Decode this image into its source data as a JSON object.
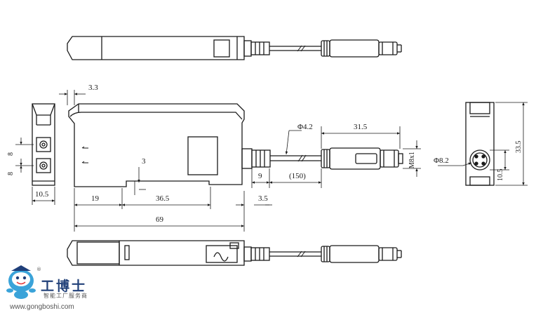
{
  "dimensions": {
    "d_3_3": "3.3",
    "d_8_a": "8",
    "d_8_b": "8",
    "d_10_5_left": "10.5",
    "d_3": "3",
    "d_19": "19",
    "d_36_5": "36.5",
    "d_69": "69",
    "d_9": "9",
    "d_150": "(150)",
    "d_3_5": "3.5",
    "d_phi4_2": "Φ4.2",
    "d_31_5": "31.5",
    "d_m8": "M8x1",
    "d_phi8_2": "Φ8.2",
    "d_10_5_right": "10.5",
    "d_33_5": "33.5"
  },
  "logo": {
    "title": "工博士",
    "subtitle": "智能工厂服务商",
    "url": "www.gongboshi.com",
    "registered": "®"
  },
  "colors": {
    "line": "#1a1a1a",
    "logo_blue": "#23427a",
    "mascot": "#3aa3d9"
  }
}
